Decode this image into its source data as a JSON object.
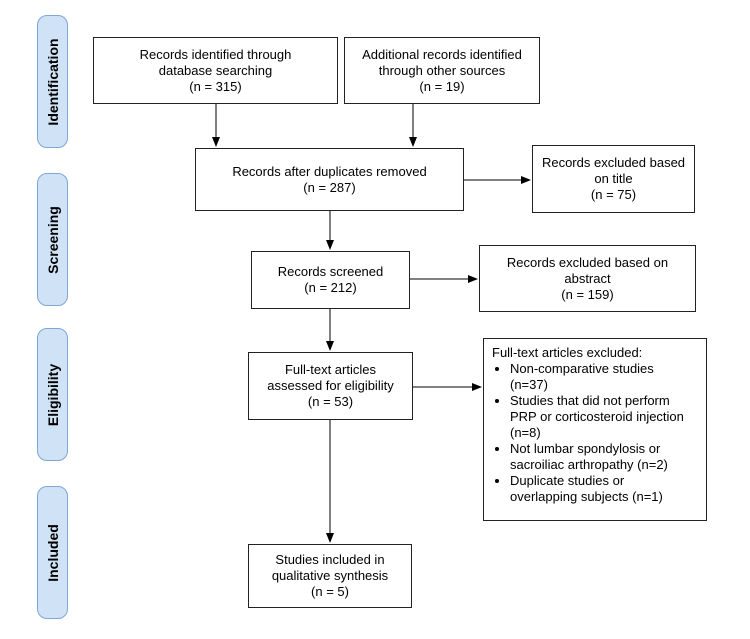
{
  "phases": {
    "identification": "Identification",
    "screening": "Screening",
    "eligibility": "Eligibility",
    "included": "Included"
  },
  "boxes": {
    "db_search": "Records identified through\ndatabase searching\n(n =  315)",
    "other_sources": "Additional records identified\nthrough other sources\n(n = 19)",
    "after_duplicates": "Records after duplicates removed\n(n = 287)",
    "excluded_title": "Records excluded based\non title\n(n = 75)",
    "screened": "Records screened\n(n = 212)",
    "excluded_abstract": "Records excluded based on\nabstract\n(n = 159)",
    "fulltext": "Full-text articles\nassessed for eligibility\n(n = 53)",
    "included": "Studies included in\nqualitative synthesis\n(n = 5)"
  },
  "fulltext_excluded": {
    "title": "Full-text articles excluded:",
    "items": [
      "Non-comparative studies\n(n=37)",
      "Studies that did not perform\nPRP or corticosteroid injection\n(n=8)",
      "Not lumbar spondylosis or\nsacroiliac arthropathy (n=2)",
      "Duplicate studies or\noverlapping subjects (n=1)"
    ]
  }
}
